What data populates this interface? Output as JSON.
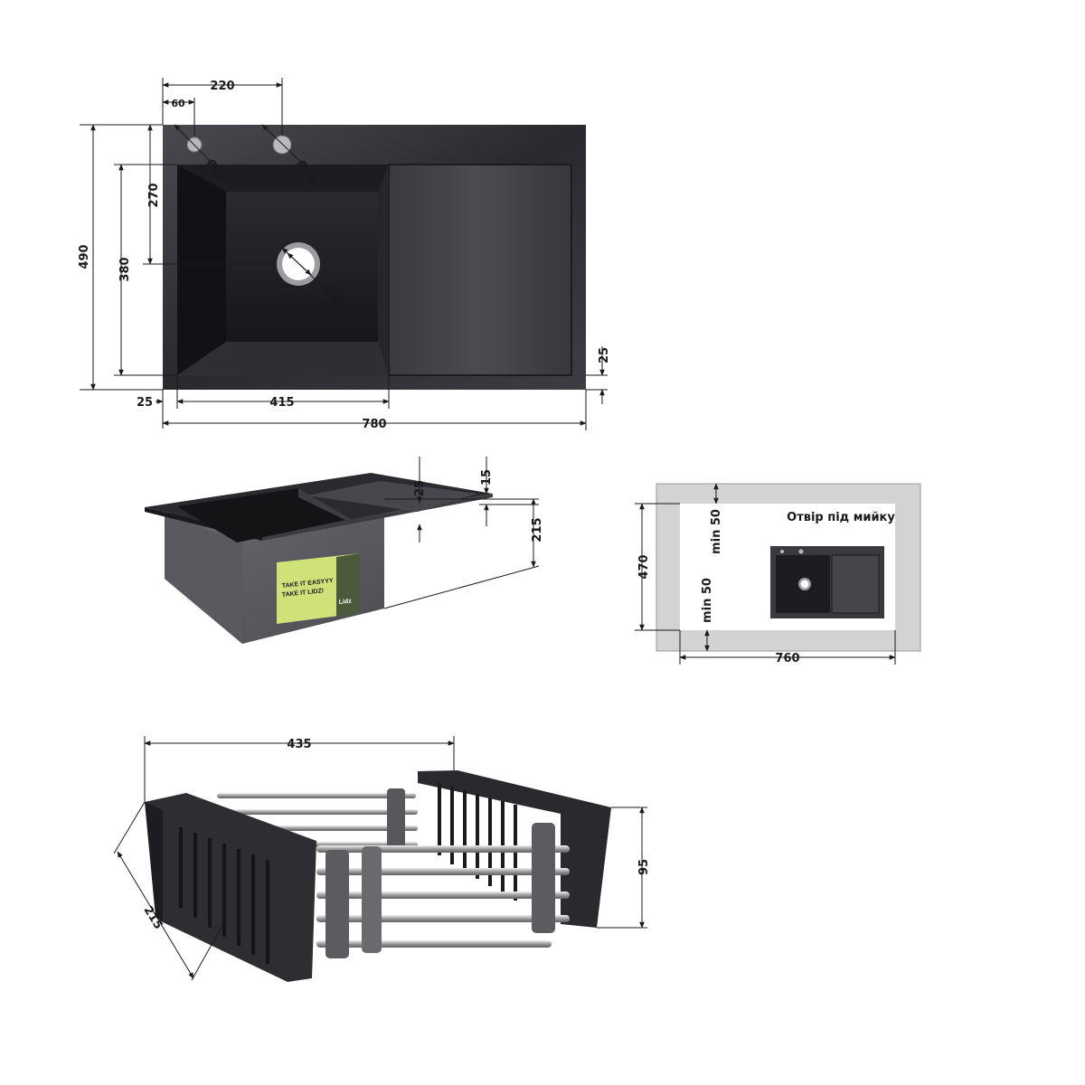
{
  "colors": {
    "sink_dark": "#1c1b1f",
    "sink_edge": "#55545a",
    "sink_mid": "#3a393e",
    "drain_ring": "#9c9ca0",
    "cutout_frame": "#d3d3d3",
    "label_green": "#cfe27a",
    "dimension": "#1a1a1a"
  },
  "icons": [
    "arrow-head-icon",
    "tap-hole-icon",
    "drain-hole-icon"
  ],
  "top_view": {
    "dims": {
      "tap_offset_large": "220",
      "tap_offset_small": "60",
      "tap_hole_small": "Ø28",
      "tap_hole_large": "Ø35",
      "drain_hole": "Ø90",
      "overall_depth": "490",
      "bowl_depth": "380",
      "drain_offset": "270",
      "rim_bottom": "25",
      "rim_left": "25",
      "bowl_width": "415",
      "overall_width": "780"
    }
  },
  "side_view": {
    "dims": {
      "drainboard_step": "25",
      "rim_thickness": "15",
      "bowl_height": "215"
    },
    "label": {
      "line1": "TAKE IT EASYYY",
      "line2": "TAKE IT LIDZ!",
      "brand": "Lidz"
    }
  },
  "cutout_view": {
    "title": "Отвір під мийку",
    "dims": {
      "height": "470",
      "width": "760",
      "margin_top": "min 50",
      "margin_bottom": "min 50"
    }
  },
  "basket_view": {
    "dims": {
      "length": "435",
      "width": "215",
      "height": "95"
    }
  }
}
